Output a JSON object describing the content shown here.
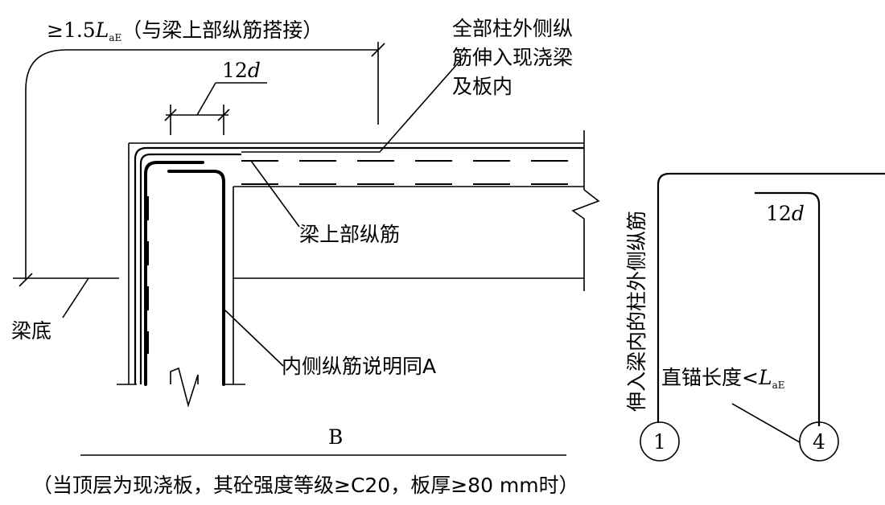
{
  "labels": {
    "lap_prefix": "≥1.5",
    "lap_L": "L",
    "lap_sub": "aE",
    "lap_suffix": "（与梁上部纵筋搭接）",
    "outer_bars_line1": "全部柱外侧纵",
    "outer_bars_line2": "筋伸入现浇梁",
    "outer_bars_line3": "及板内",
    "twelve": "12",
    "d": "d",
    "beam_top_bars": "梁上部纵筋",
    "beam_bottom": "梁底",
    "inner_bars": "内侧纵筋说明同A",
    "vertical_label": "伸入梁内的柱外侧纵筋",
    "straight_anchor_prefix": "直锚长度<",
    "straight_anchor_L": "L",
    "straight_anchor_sub": "aE",
    "circle_1": "1",
    "circle_4": "4",
    "section_title": "B",
    "footnote": "（当顶层为现浇板，其砼强度等级≥C20，板厚≥80 mm时）"
  }
}
